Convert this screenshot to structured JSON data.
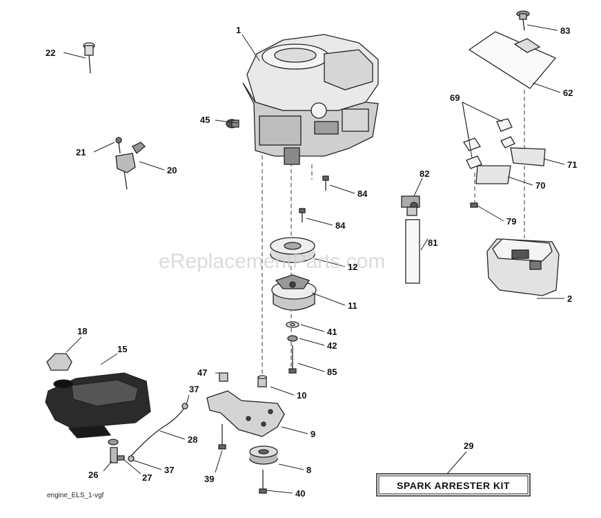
{
  "watermark": "eReplacementParts.com",
  "footer_code": "engine_ELS_1-vgf",
  "kit_label": "SPARK ARRESTER KIT",
  "callouts": {
    "c1": "1",
    "c2": "2",
    "c8": "8",
    "c9": "9",
    "c10": "10",
    "c11": "11",
    "c12": "12",
    "c15": "15",
    "c18": "18",
    "c20": "20",
    "c21": "21",
    "c22": "22",
    "c26": "26",
    "c27": "27",
    "c28": "28",
    "c29": "29",
    "c37a": "37",
    "c37b": "37",
    "c39": "39",
    "c40": "40",
    "c41": "41",
    "c42": "42",
    "c45": "45",
    "c47": "47",
    "c62": "62",
    "c69": "69",
    "c70": "70",
    "c71": "71",
    "c79": "79",
    "c81": "81",
    "c82": "82",
    "c83": "83",
    "c84a": "84",
    "c84b": "84",
    "c85": "85"
  }
}
